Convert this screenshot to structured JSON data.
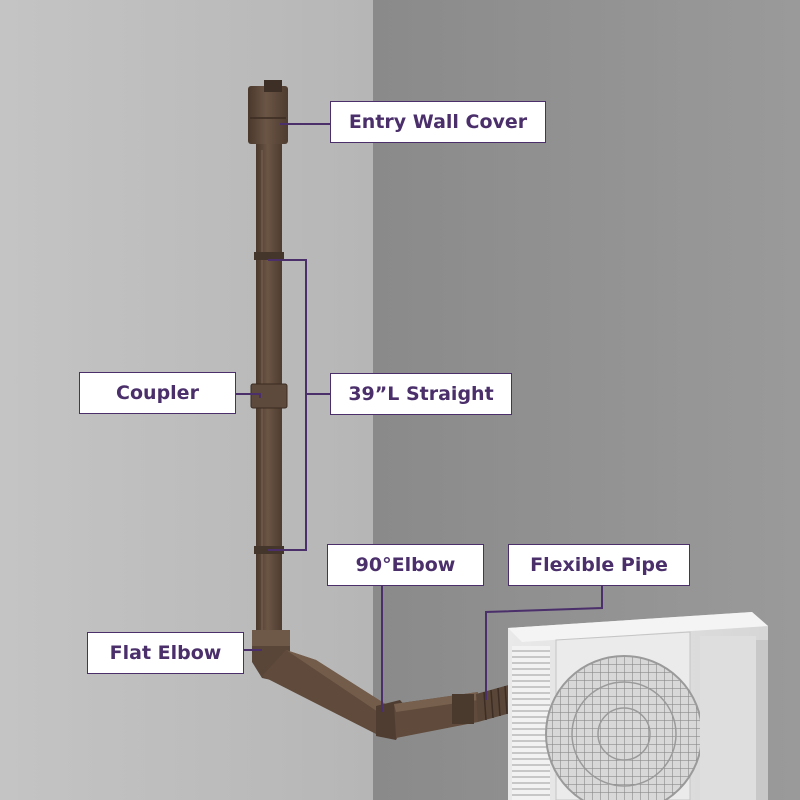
{
  "labels": {
    "entry_wall_cover": "Entry Wall Cover",
    "coupler": "Coupler",
    "straight": "39”L Straight",
    "elbow_90": "90°Elbow",
    "flexible_pipe": "Flexible Pipe",
    "flat_elbow": "Flat Elbow"
  },
  "colors": {
    "accent": "#4a2f6b",
    "label_background": "#ffffff",
    "duct": "#5a4638",
    "wall_left": "#bdbdbd",
    "wall_right": "#8f8f8f"
  }
}
